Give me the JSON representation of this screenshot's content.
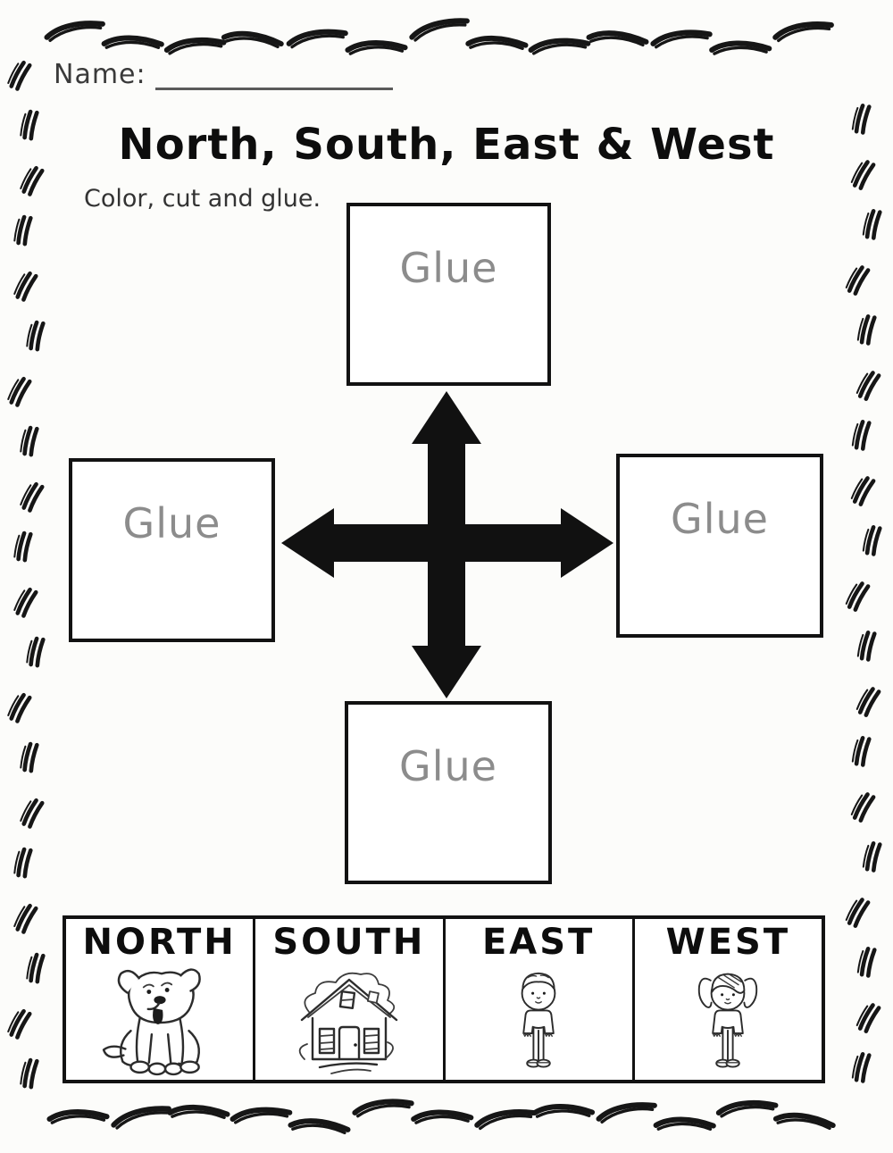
{
  "worksheet": {
    "name_label": "Name:",
    "title": "North, South, East & West",
    "instruction": "Color, cut and glue.",
    "colors": {
      "ink": "#1a1a1a",
      "glue_text": "#8c8c8c",
      "paper": "#fcfcfa"
    }
  },
  "glue_boxes": [
    {
      "position": "north",
      "label": "Glue"
    },
    {
      "position": "west",
      "label": "Glue"
    },
    {
      "position": "east",
      "label": "Glue"
    },
    {
      "position": "south",
      "label": "Glue"
    }
  ],
  "direction_cards": [
    {
      "label": "NORTH",
      "image": "dog-icon"
    },
    {
      "label": "SOUTH",
      "image": "house-icon"
    },
    {
      "label": "EAST",
      "image": "boy-icon"
    },
    {
      "label": "WEST",
      "image": "girl-icon"
    }
  ],
  "decor": {
    "border_style": "hand-drawn hash marks",
    "mark_color": "#161616"
  }
}
